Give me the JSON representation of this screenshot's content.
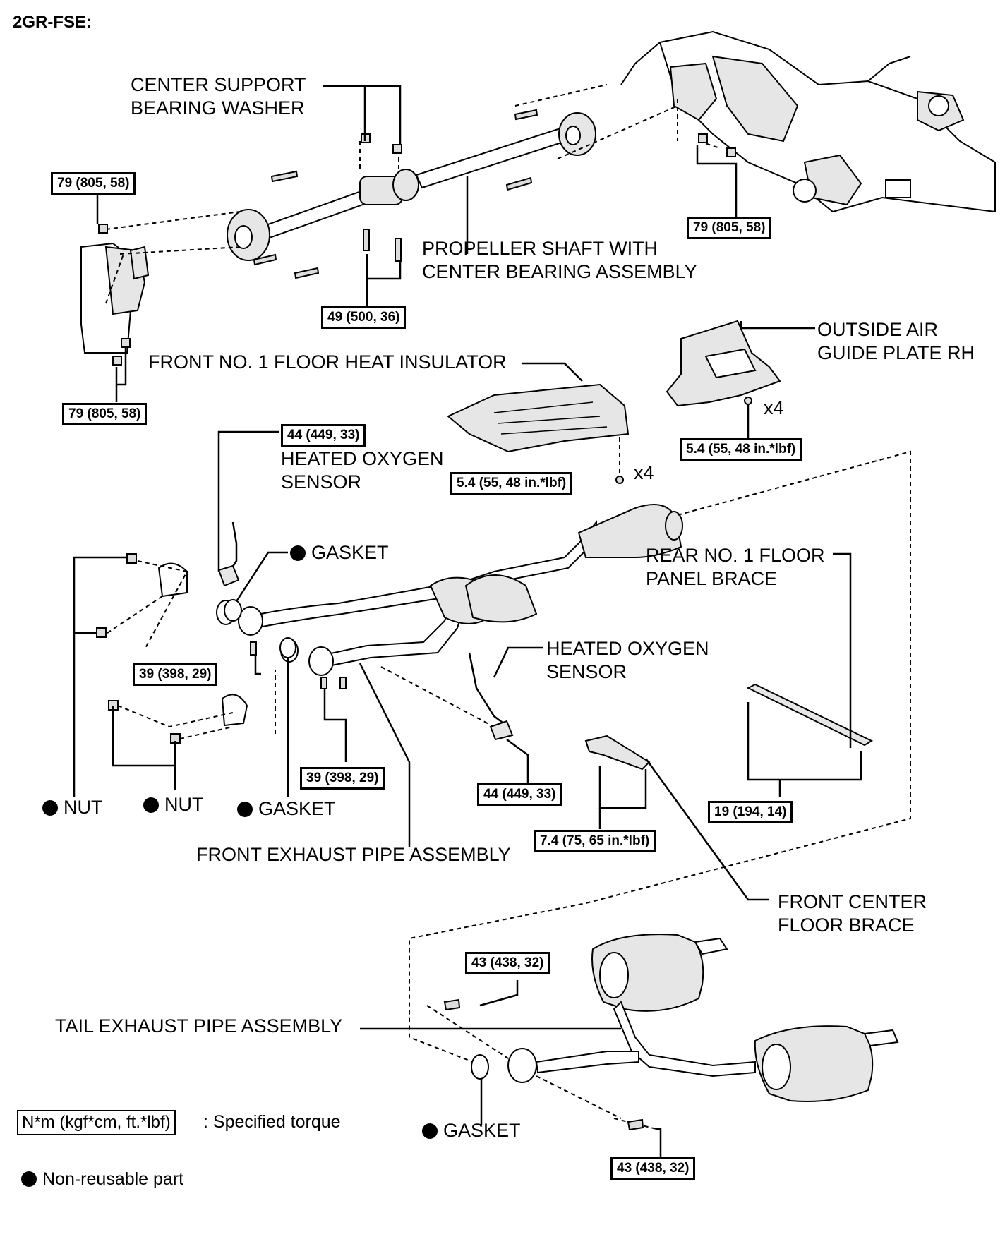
{
  "header": {
    "title": "2GR-FSE:"
  },
  "labels": {
    "center_support_washer": "CENTER SUPPORT\nBEARING WASHER",
    "propeller_shaft": "PROPELLER SHAFT WITH\nCENTER BEARING ASSEMBLY",
    "outside_air_guide": "OUTSIDE AIR\nGUIDE PLATE RH",
    "front_floor_heat_insulator": "FRONT NO. 1 FLOOR HEAT INSULATOR",
    "heated_o2_sensor_1": "HEATED OXYGEN\nSENSOR",
    "gasket_1": "GASKET",
    "rear_floor_brace": "REAR NO. 1 FLOOR\nPANEL BRACE",
    "heated_o2_sensor_2": "HEATED OXYGEN\nSENSOR",
    "nut_1": "NUT",
    "nut_2": "NUT",
    "gasket_2": "GASKET",
    "front_exhaust_pipe": "FRONT EXHAUST PIPE ASSEMBLY",
    "front_center_floor_brace": "FRONT CENTER\nFLOOR BRACE",
    "tail_exhaust_pipe": "TAIL EXHAUST PIPE ASSEMBLY",
    "gasket_3": "GASKET",
    "qty_x4_a": "x4",
    "qty_x4_b": "x4"
  },
  "torques": {
    "t_79_a": "79 (805, 58)",
    "t_79_b": "79 (805, 58)",
    "t_79_c": "79 (805, 58)",
    "t_49": "49 (500, 36)",
    "t_54_a": "5.4 (55, 48 in.*lbf)",
    "t_54_b": "5.4 (55, 48 in.*lbf)",
    "t_44_a": "44 (449, 33)",
    "t_44_b": "44 (449, 33)",
    "t_39_a": "39 (398, 29)",
    "t_39_b": "39 (398, 29)",
    "t_19": "19 (194, 14)",
    "t_74": "7.4 (75, 65 in.*lbf)",
    "t_43_a": "43 (438, 32)",
    "t_43_b": "43 (438, 32)"
  },
  "legend": {
    "torque_box": "N*m (kgf*cm, ft.*lbf)",
    "torque_text": ": Specified torque",
    "nonreusable_text": "Non-reusable part"
  }
}
